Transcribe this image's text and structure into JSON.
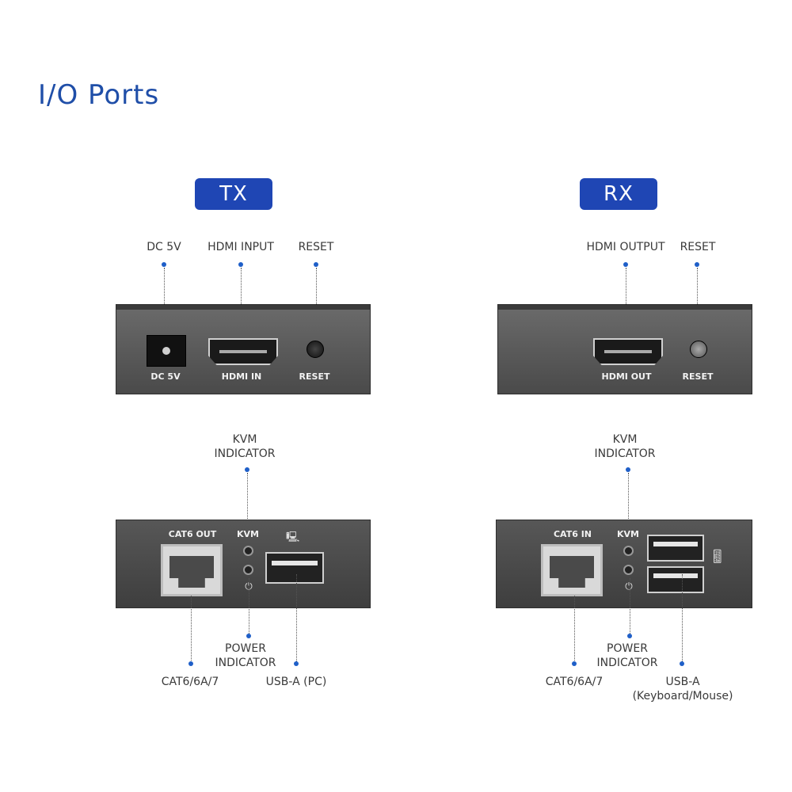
{
  "title": "I/O Ports",
  "tx": {
    "badge": "TX",
    "front_callouts": {
      "dc": "DC 5V",
      "hdmi": "HDMI INPUT",
      "reset": "RESET"
    },
    "front_panel": {
      "dc": "DC 5V",
      "hdmi": "HDMI IN",
      "reset": "RESET"
    },
    "rear_callouts": {
      "kvm_line1": "KVM",
      "kvm_line2": "INDICATOR",
      "power_line1": "POWER",
      "power_line2": "INDICATOR",
      "cat": "CAT6/6A/7",
      "usb": "USB-A (PC)"
    },
    "rear_panel": {
      "cat": "CAT6 OUT",
      "kvm": "KVM"
    }
  },
  "rx": {
    "badge": "RX",
    "front_callouts": {
      "hdmi": "HDMI OUTPUT",
      "reset": "RESET"
    },
    "front_panel": {
      "hdmi": "HDMI OUT",
      "reset": "RESET"
    },
    "rear_callouts": {
      "kvm_line1": "KVM",
      "kvm_line2": "INDICATOR",
      "power_line1": "POWER",
      "power_line2": "INDICATOR",
      "cat": "CAT6/6A/7",
      "usb_line1": "USB-A",
      "usb_line2": "(Keyboard/Mouse)"
    },
    "rear_panel": {
      "cat": "CAT6 IN",
      "kvm": "KVM"
    }
  },
  "colors": {
    "accent": "#1f46b4",
    "dot": "#1f5fc8",
    "title": "#1f4ea8"
  },
  "icons": {
    "pc": "pc-icon",
    "power": "power-icon",
    "keyboard_mouse": "keyboard-mouse-icon"
  }
}
